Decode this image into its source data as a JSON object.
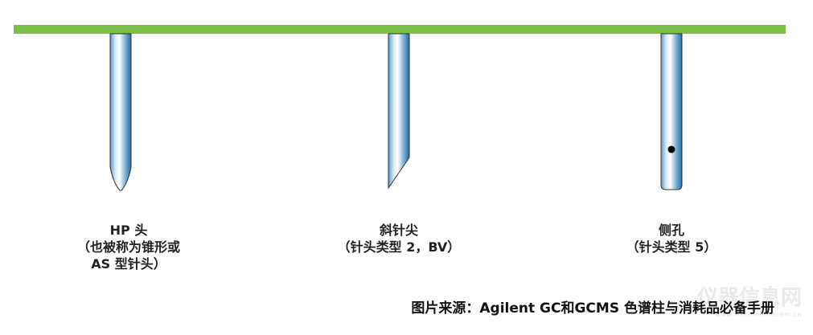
{
  "colors": {
    "bar": "#7ac143",
    "steel_light": "#e8f3fb",
    "steel_mid": "#7fb3d8",
    "steel_dark": "#1d6aa6",
    "outline": "#333333"
  },
  "needles": [
    {
      "id": "hp",
      "tip": "cone",
      "label_lines": [
        "HP 头",
        "（也被称为锥形或",
        "AS 型针头）"
      ]
    },
    {
      "id": "bevel",
      "tip": "bevel",
      "label_lines": [
        "斜针尖",
        "（针头类型 2，BV）"
      ]
    },
    {
      "id": "side-hole",
      "tip": "side-hole",
      "label_lines": [
        "侧孔",
        "（针头类型 5）"
      ]
    }
  ],
  "caption": "图片来源：Agilent GC和GCMS 色谱柱与消耗品必备手册",
  "watermark": {
    "main": "仪器信息网",
    "sub": "www.instrument.com.cn"
  }
}
